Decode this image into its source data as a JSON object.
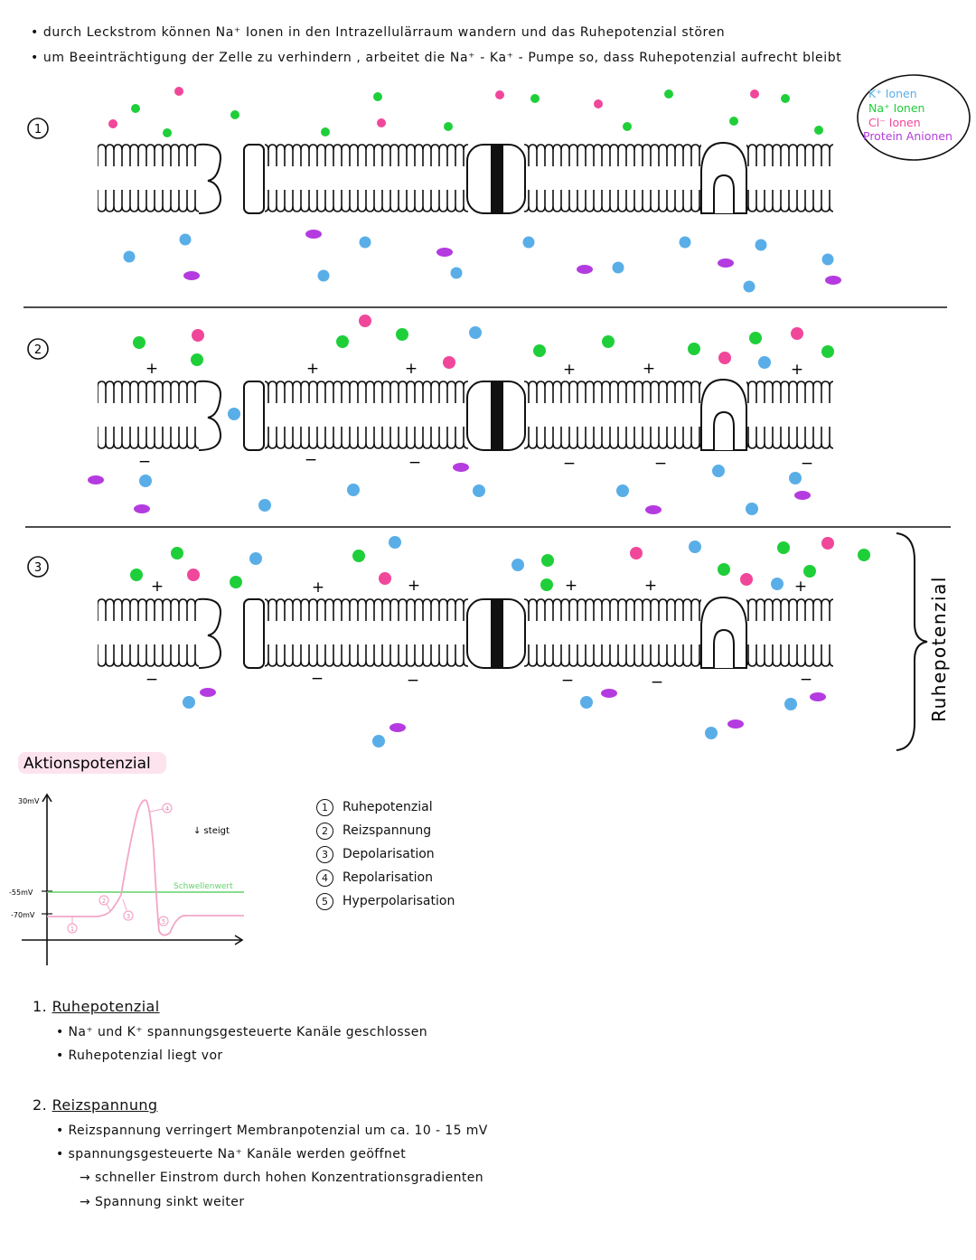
{
  "intro": {
    "line1": "• durch   Leckstrom  können  Na⁺ Ionen  in  den  Intrazellulärraum  wandern  und  das  Ruhepotenzial  stören",
    "line2": "• um  Beeinträchtigung  der  Zelle  zu  verhindern ,  arbeitet  die  Na⁺ - Ka⁺ - Pumpe  so, dass  Ruhepotenzial  aufrecht  bleibt"
  },
  "legend": {
    "k": "K⁺ Ionen",
    "na": "Na⁺ Ionen",
    "cl": "Cl⁻ Ionen",
    "protein": "Protein Anionen"
  },
  "colors": {
    "k": "#5aaee8",
    "na": "#1fcf3a",
    "cl": "#f0479a",
    "protein": "#b43be0",
    "threshold": "#62d36a",
    "curve": "#f2a6c8",
    "highlight": "#fde3ee"
  },
  "panels": {
    "p1": {
      "number": "1"
    },
    "p2": {
      "number": "2"
    },
    "p3": {
      "number": "3"
    },
    "bracket_label": "Ruhepotenzial"
  },
  "charge": {
    "plus": "+",
    "minus": "−"
  },
  "ap_title": "Aktionspotenzial",
  "chart_data": {
    "type": "line",
    "title": "",
    "y_ticks": [
      "30mV",
      "-55mV",
      "-70mV"
    ],
    "threshold_label": "Schwellenwert",
    "annotation": "↓ steigt",
    "points": [
      "1",
      "2",
      "3",
      "4",
      "5"
    ]
  },
  "ap_steps": [
    {
      "n": "1",
      "label": "Ruhepotenzial"
    },
    {
      "n": "2",
      "label": "Reizspannung"
    },
    {
      "n": "3",
      "label": "Depolarisation"
    },
    {
      "n": "4",
      "label": "Repolarisation"
    },
    {
      "n": "5",
      "label": "Hyperpolarisation"
    }
  ],
  "notes": {
    "s1": {
      "heading_num": "1.",
      "heading": "Ruhepotenzial",
      "b1": "• Na⁺  und  K⁺  spannungsgesteuerte  Kanäle  geschlossen",
      "b2": "• Ruhepotenzial  liegt  vor"
    },
    "s2": {
      "heading_num": "2.",
      "heading": "Reizspannung",
      "b1": "• Reizspannung  verringert  Membranpotenzial  um   ca.  10 - 15 mV",
      "b2": "• spannungsgesteuerte   Na⁺  Kanäle  werden  geöffnet",
      "b3": "→ schneller  Einstrom   durch  hohen  Konzentrationsgradienten",
      "b4": "→ Spannung  sinkt  weiter"
    }
  }
}
